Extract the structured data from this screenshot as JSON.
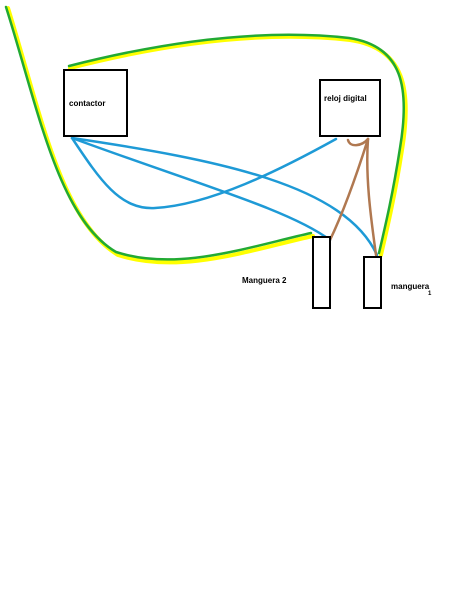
{
  "labels": {
    "contactor": "contactor",
    "reloj_digital": "reloj digital",
    "manguera_2": "Manguera 2",
    "manguera_1_word": "manguera",
    "manguera_1_index": "1"
  },
  "colors": {
    "background": "#ffffff",
    "box_stroke": "#000000",
    "ground_outer": "#ffff00",
    "ground_inner": "#22aa33",
    "blue_wire": "#1e9ad6",
    "brown_wire": "#b07850"
  }
}
